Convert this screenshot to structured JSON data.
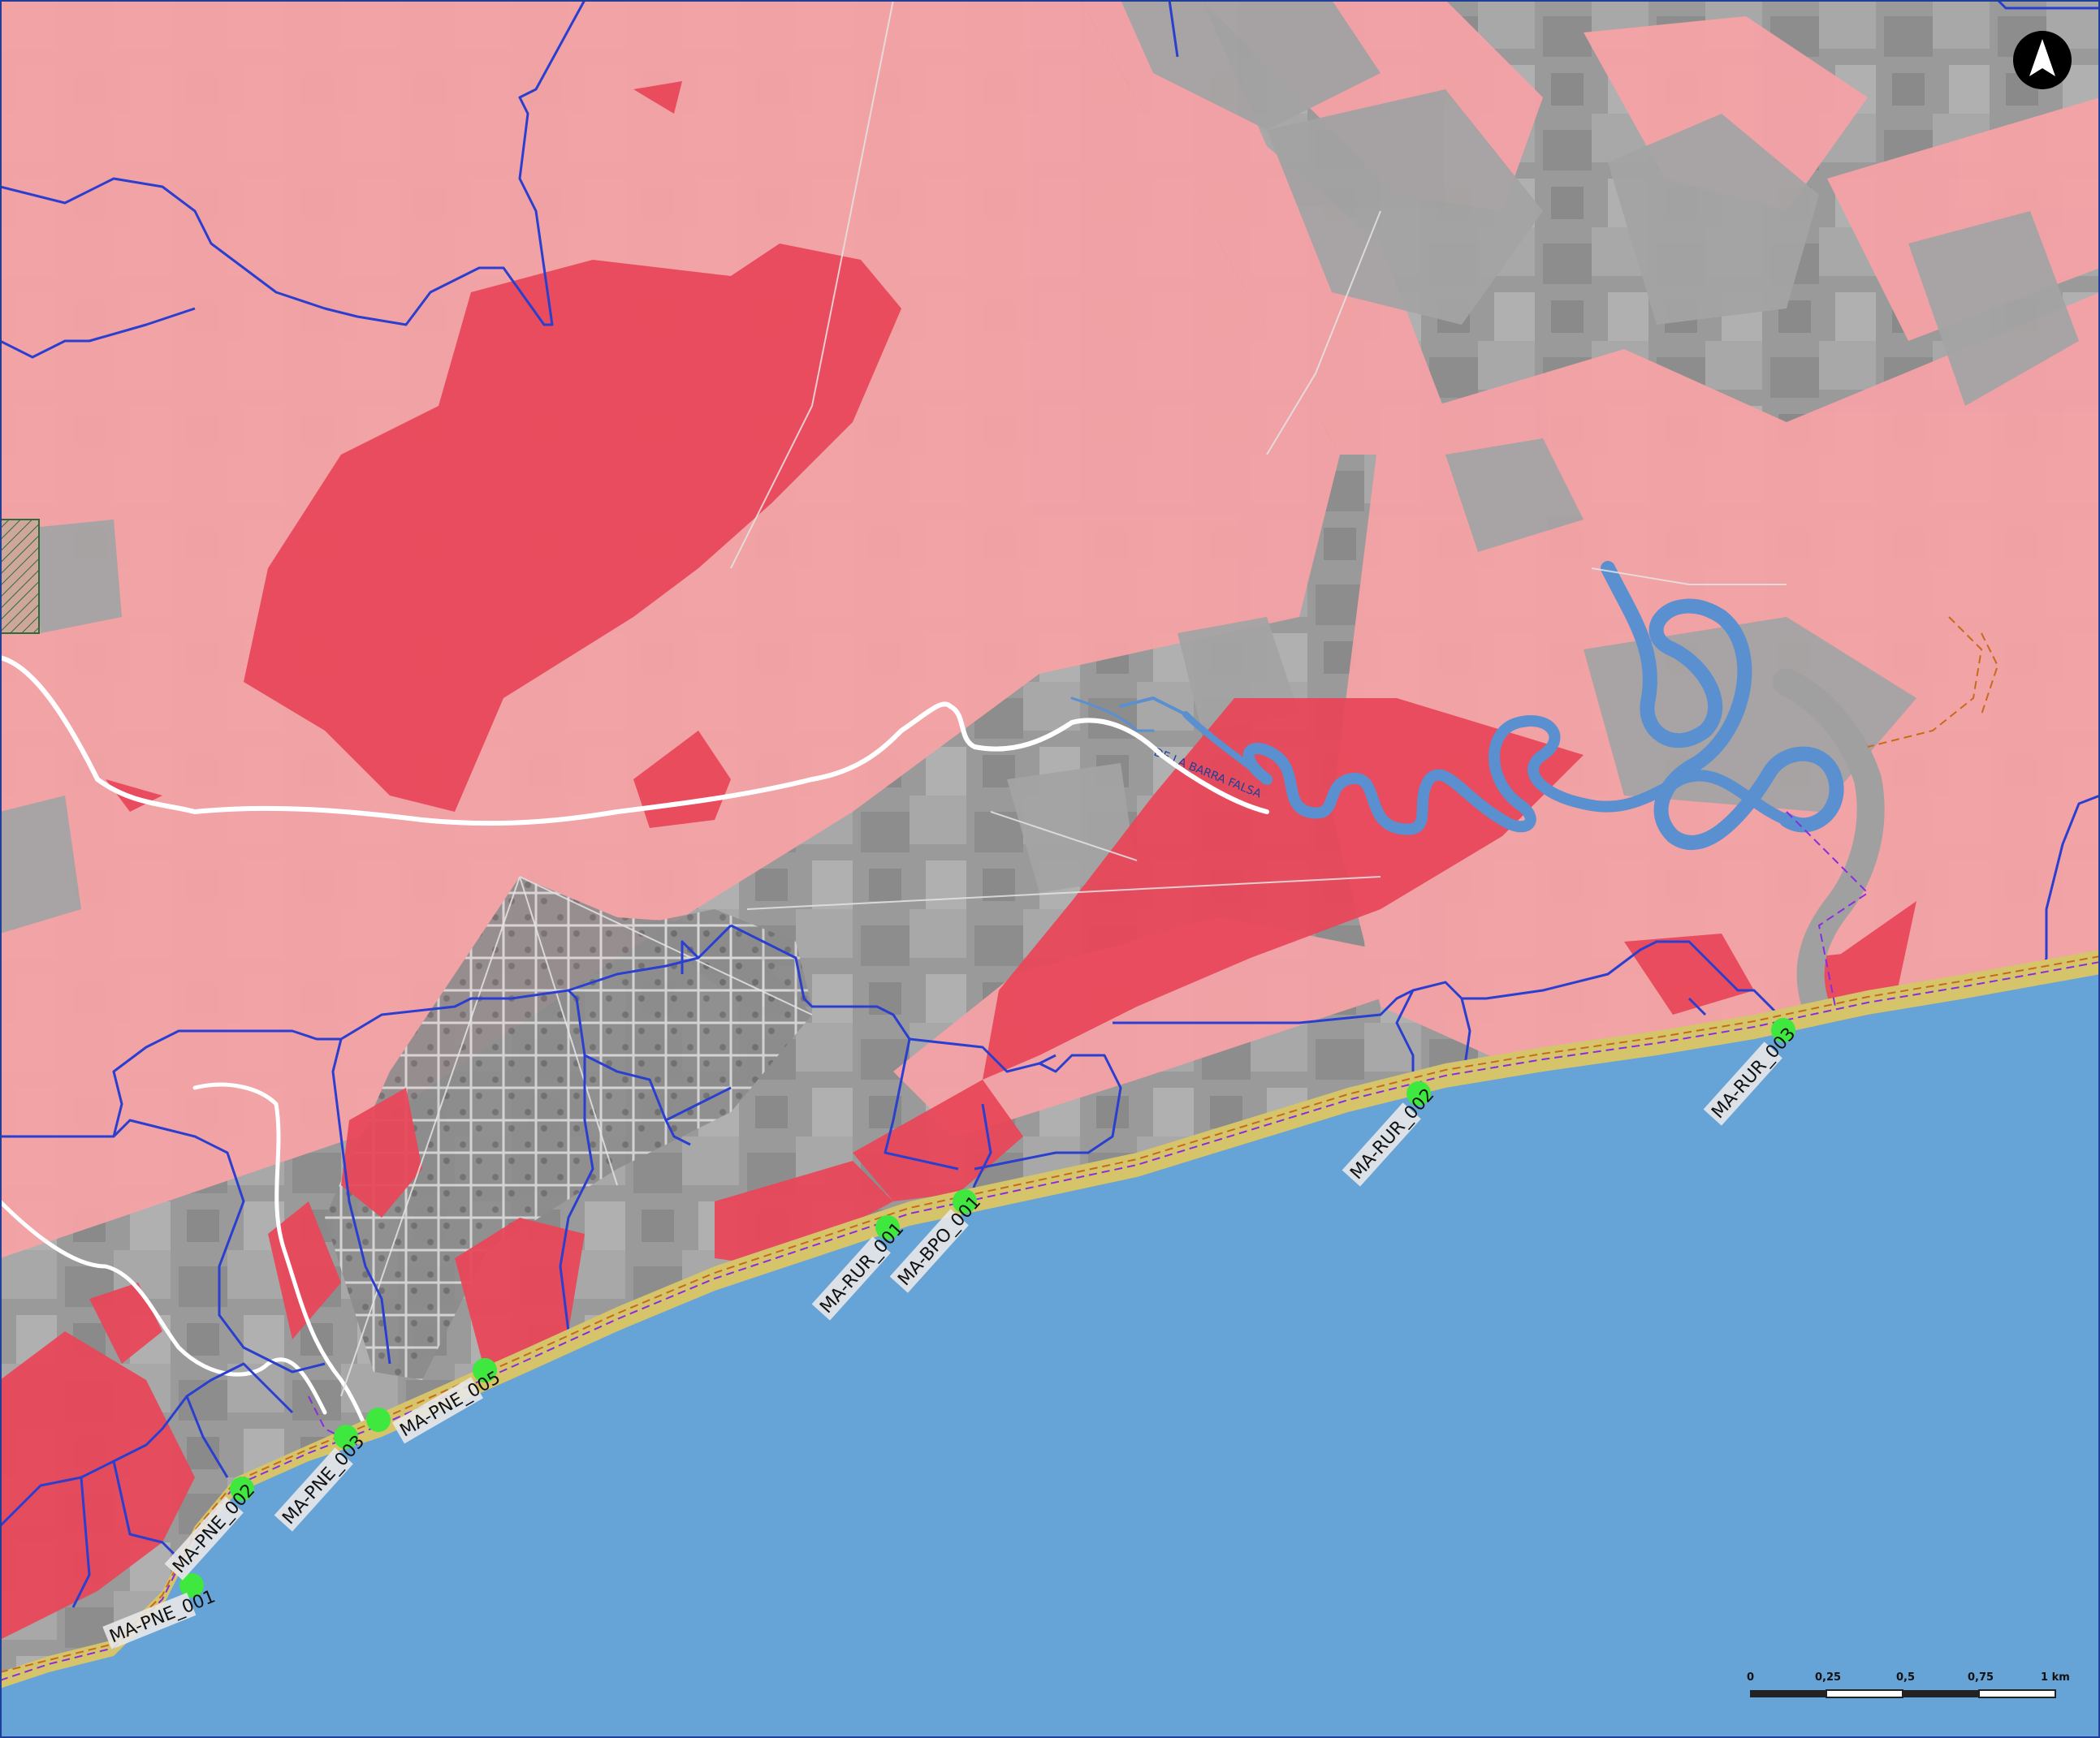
{
  "map": {
    "north_arrow_icon": "north-arrow-icon",
    "river_label": "DE LA BARRA FALSA",
    "sample_points": [
      {
        "id": "pne-001",
        "label": "MA-PNE_001"
      },
      {
        "id": "pne-002",
        "label": "MA-PNE_002"
      },
      {
        "id": "pne-003",
        "label": "MA-PNE_003"
      },
      {
        "id": "pne-005",
        "label": "MA-PNE_005"
      },
      {
        "id": "rur-001",
        "label": "MA-RUR_001"
      },
      {
        "id": "bpo-001",
        "label": "MA-BPO_001"
      },
      {
        "id": "rur-002",
        "label": "MA-RUR_002"
      },
      {
        "id": "rur-003",
        "label": "MA-RUR_003"
      }
    ],
    "scale_bar": {
      "ticks": [
        "0",
        "0,25",
        "0,5",
        "0,75",
        "1 km"
      ]
    },
    "colors": {
      "sea": "#66a3d6",
      "beach": "#d6c46a",
      "flood_light": "#f4a2a6",
      "flood_dark": "#e8485a",
      "basin_lines": "#2a3fd0",
      "roads": "#ffffff",
      "river": "#5a8fd0",
      "sample_point": "#3fe83f"
    }
  }
}
